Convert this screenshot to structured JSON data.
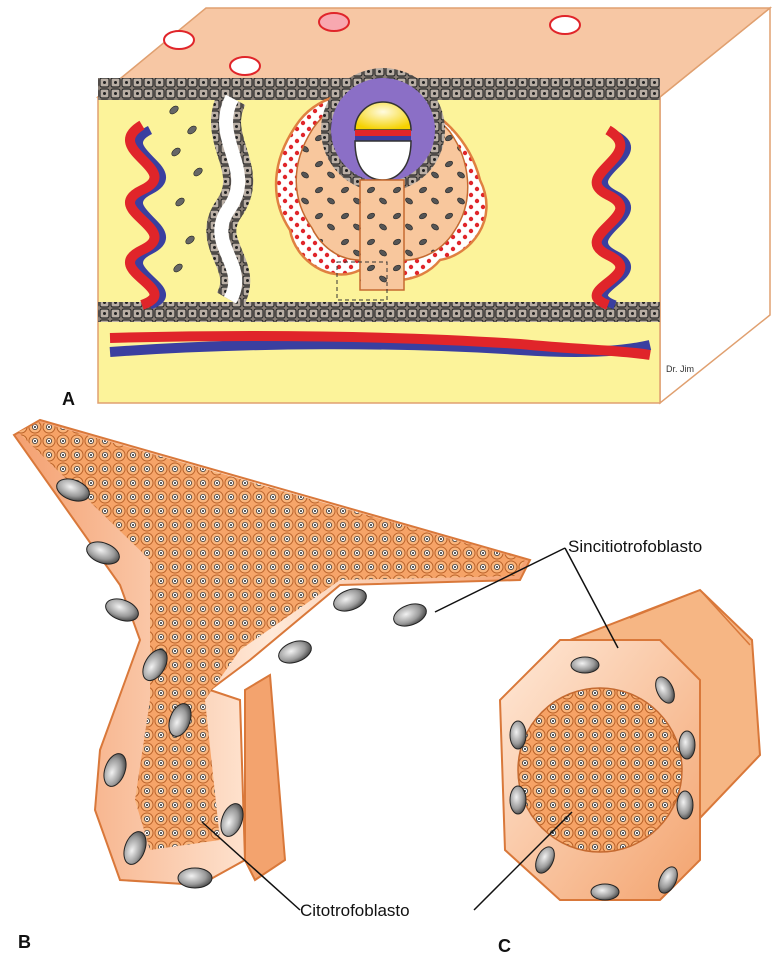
{
  "panels": {
    "a": {
      "label": "A",
      "signature": "Dr. Jim"
    },
    "b": {
      "label": "B"
    },
    "c": {
      "label": "C"
    }
  },
  "callouts": {
    "syncytiotrophoblast": "Sincitiotrofoblasto",
    "cytotrophoblast": "Citotrofoblasto"
  }
}
